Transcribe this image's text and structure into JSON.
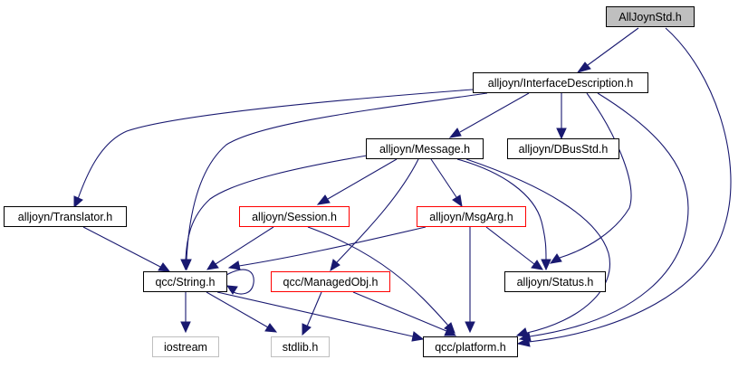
{
  "graph": {
    "edge_color": "#191970",
    "nodes": {
      "alljoyn_std": {
        "label": "AllJoynStd.h",
        "style": "root",
        "fill": "#bfbfbf",
        "border": "#000000"
      },
      "interface_description": {
        "label": "alljoyn/InterfaceDescription.h",
        "style": "normal",
        "border": "#000000"
      },
      "message": {
        "label": "alljoyn/Message.h",
        "style": "normal",
        "border": "#000000"
      },
      "dbus_std": {
        "label": "alljoyn/DBusStd.h",
        "style": "normal",
        "border": "#000000"
      },
      "translator": {
        "label": "alljoyn/Translator.h",
        "style": "normal",
        "border": "#000000"
      },
      "session": {
        "label": "alljoyn/Session.h",
        "style": "red",
        "border": "#ff0000"
      },
      "msg_arg": {
        "label": "alljoyn/MsgArg.h",
        "style": "red",
        "border": "#ff0000"
      },
      "qcc_string": {
        "label": "qcc/String.h",
        "style": "normal",
        "border": "#000000"
      },
      "managed_obj": {
        "label": "qcc/ManagedObj.h",
        "style": "red",
        "border": "#ff0000"
      },
      "status": {
        "label": "alljoyn/Status.h",
        "style": "normal",
        "border": "#000000"
      },
      "iostream": {
        "label": "iostream",
        "style": "gray",
        "border": "#bfbfbf"
      },
      "stdlib": {
        "label": "stdlib.h",
        "style": "gray",
        "border": "#bfbfbf"
      },
      "platform": {
        "label": "qcc/platform.h",
        "style": "normal",
        "border": "#000000"
      }
    },
    "edges": [
      {
        "from": "alljoyn_std",
        "to": "interface_description"
      },
      {
        "from": "alljoyn_std",
        "to": "platform"
      },
      {
        "from": "interface_description",
        "to": "message"
      },
      {
        "from": "interface_description",
        "to": "dbus_std"
      },
      {
        "from": "interface_description",
        "to": "translator"
      },
      {
        "from": "interface_description",
        "to": "qcc_string"
      },
      {
        "from": "interface_description",
        "to": "status"
      },
      {
        "from": "interface_description",
        "to": "platform"
      },
      {
        "from": "message",
        "to": "session"
      },
      {
        "from": "message",
        "to": "msg_arg"
      },
      {
        "from": "message",
        "to": "qcc_string"
      },
      {
        "from": "message",
        "to": "managed_obj"
      },
      {
        "from": "message",
        "to": "status"
      },
      {
        "from": "message",
        "to": "platform"
      },
      {
        "from": "translator",
        "to": "qcc_string"
      },
      {
        "from": "session",
        "to": "qcc_string"
      },
      {
        "from": "session",
        "to": "platform"
      },
      {
        "from": "msg_arg",
        "to": "qcc_string"
      },
      {
        "from": "msg_arg",
        "to": "status"
      },
      {
        "from": "msg_arg",
        "to": "platform"
      },
      {
        "from": "qcc_string",
        "to": "qcc_string"
      },
      {
        "from": "qcc_string",
        "to": "iostream"
      },
      {
        "from": "qcc_string",
        "to": "stdlib"
      },
      {
        "from": "qcc_string",
        "to": "platform"
      },
      {
        "from": "managed_obj",
        "to": "stdlib"
      },
      {
        "from": "managed_obj",
        "to": "platform"
      }
    ]
  }
}
